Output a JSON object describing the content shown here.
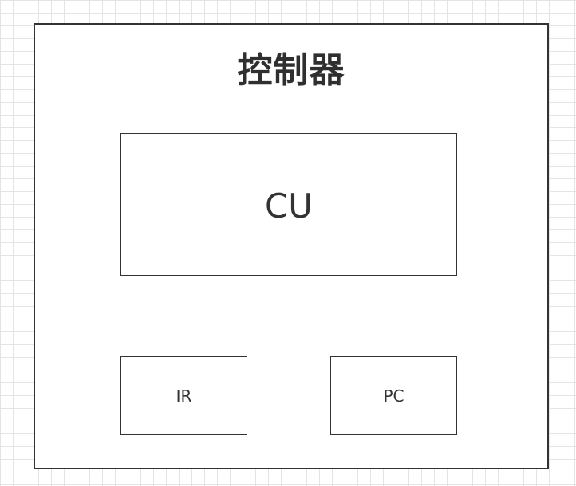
{
  "diagram": {
    "title": "控制器",
    "cu": {
      "label": "CU"
    },
    "ir": {
      "label": "IR"
    },
    "pc": {
      "label": "PC"
    }
  }
}
